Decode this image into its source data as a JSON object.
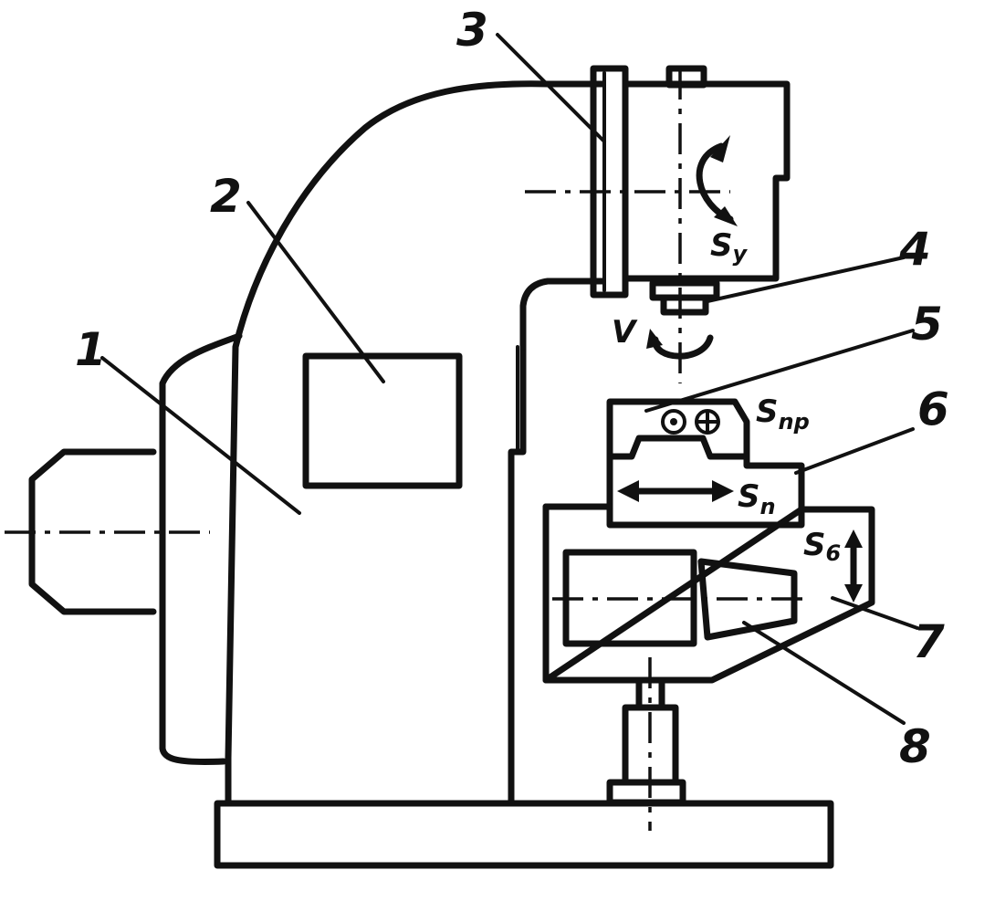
{
  "callouts": [
    {
      "id": "1",
      "text": "1"
    },
    {
      "id": "2",
      "text": "2"
    },
    {
      "id": "3",
      "text": "3"
    },
    {
      "id": "4",
      "text": "4"
    },
    {
      "id": "5",
      "text": "5"
    },
    {
      "id": "6",
      "text": "6"
    },
    {
      "id": "7",
      "text": "7"
    },
    {
      "id": "8",
      "text": "8"
    }
  ],
  "symbols": {
    "rotation": "V",
    "sy_main": "S",
    "sy_sub": "y",
    "spr_main": "S",
    "spr_sub": "np",
    "sp_main": "S",
    "sp_sub": "n",
    "sv_main": "S",
    "sv_sub": "6"
  }
}
